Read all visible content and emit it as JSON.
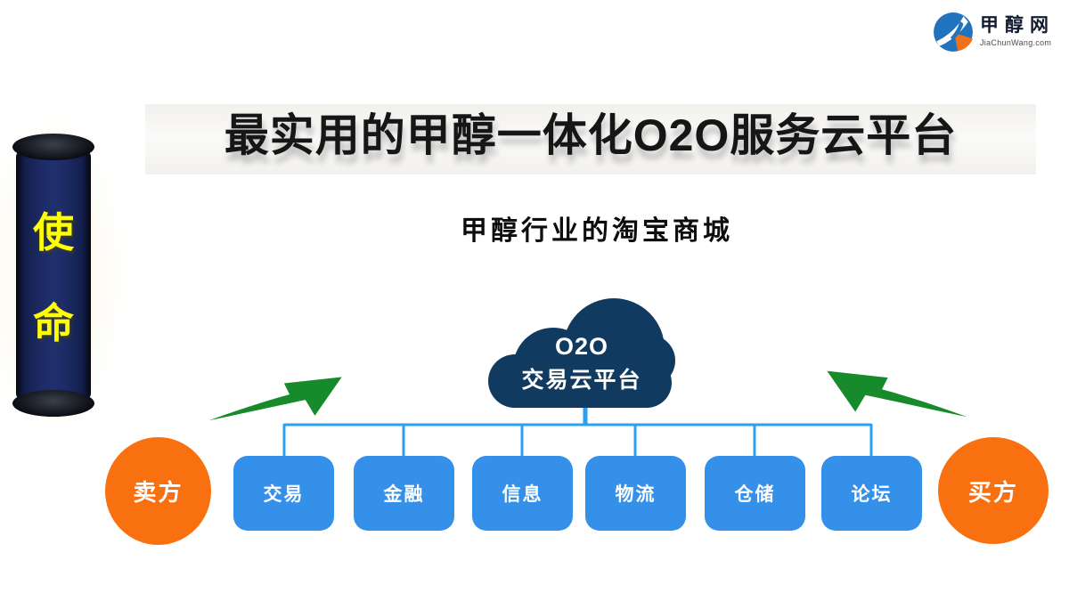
{
  "logo": {
    "brand": "甲醇网",
    "domain": "JiaChunWang.com"
  },
  "pillar": {
    "char1": "使",
    "char2": "命"
  },
  "slide": {
    "title": "最实用的甲醇一体化O2O服务云平台",
    "subtitle": "甲醇行业的淘宝商城"
  },
  "cloud": {
    "line1": "O2O",
    "line2": "交易云平台"
  },
  "modules": [
    "交易",
    "金融",
    "信息",
    "物流",
    "仓储",
    "论坛"
  ],
  "actors": {
    "seller": "卖方",
    "buyer": "买方"
  },
  "colors": {
    "cloud_navy": "#113A60",
    "pillar_navy": "#1D2C66",
    "module_blue": "#3590E9",
    "connector_blue": "#2AA0F2",
    "actor_orange": "#F8700F",
    "arrow_green": "#178A2B",
    "mission_yellow": "#FFFF00"
  }
}
